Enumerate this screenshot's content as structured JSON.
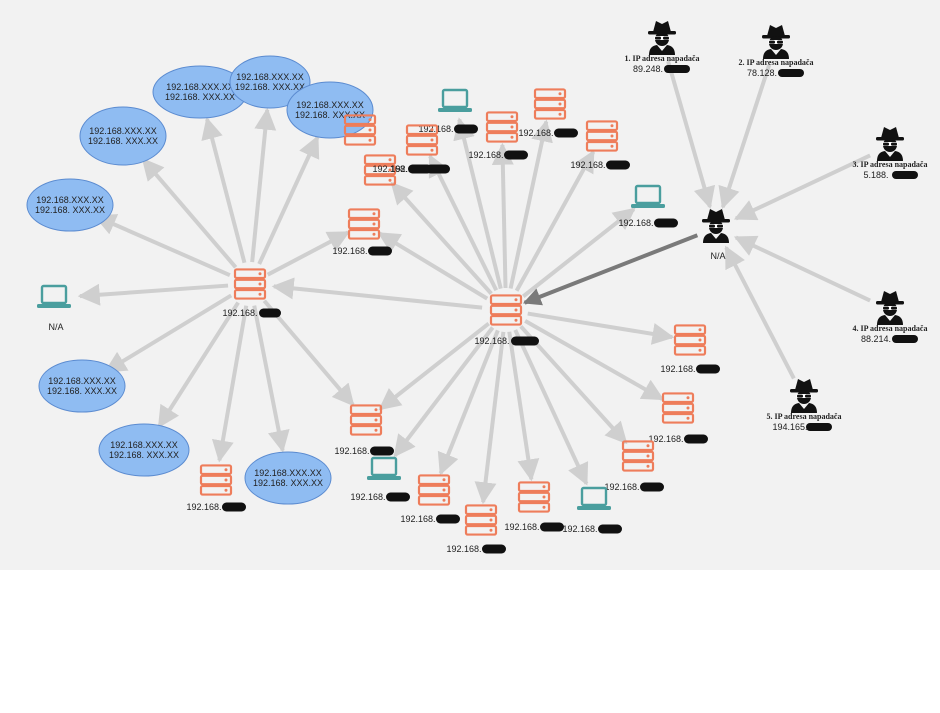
{
  "colors": {
    "background": "#f2f2f2",
    "edge": "#cfcfcf",
    "edge_strong": "#7a7a7a",
    "server": "#ee7d5b",
    "laptop": "#4a9e9e",
    "subnet_fill": "#8fbcf2",
    "subnet_stroke": "#5b8bd0",
    "attacker": "#111111",
    "redact": "#111111"
  },
  "attackers": [
    {
      "icon": "spy-icon",
      "label": "1. IP adresa napadača",
      "ip": "89.248."
    },
    {
      "icon": "spy-icon",
      "label": "2. IP adresa napadača",
      "ip": "78.128."
    },
    {
      "icon": "spy-icon",
      "label": "3. IP adresa napadača",
      "ip": "5.188."
    },
    {
      "icon": "spy-icon",
      "label": "4. IP adresa napadača",
      "ip": "88.214."
    },
    {
      "icon": "spy-icon",
      "label": "5. IP adresa napadača",
      "ip": "194.165."
    }
  ],
  "attacker_hub": {
    "icon": "spy-icon",
    "label": "N/A"
  },
  "left_hub": {
    "icon": "server-icon",
    "ip": "192.168."
  },
  "center_hub": {
    "icon": "server-icon",
    "ip": "192.168."
  },
  "left_laptop": {
    "icon": "laptop-icon",
    "label": "N/A"
  },
  "subnets": [
    {
      "line1": "192.168.XXX.XX",
      "line2": "192.168. XXX.XX"
    },
    {
      "line1": "192.168.XXX.XX",
      "line2": "192.168. XXX.XX"
    },
    {
      "line1": "192.168.XXX.XX",
      "line2": "192.168. XXX.XX"
    },
    {
      "line1": "192.168.XXX.XX",
      "line2": "192.168. XXX.XX"
    },
    {
      "line1": "192.168.XXX.XX",
      "line2": "192.168. XXX.XX"
    },
    {
      "line1": "192.168.XXX.XX",
      "line2": "192.168. XXX.XX"
    },
    {
      "line1": "192.168.XXX.XX",
      "line2": "192.168. XXX.XX"
    },
    {
      "line1": "192.168.XXX.XX",
      "line2": "192.168. XXX.XX"
    }
  ],
  "hosts": [
    {
      "icon": "server-icon",
      "ip": "192.168."
    },
    {
      "icon": "server-icon",
      "ip": "192.168."
    },
    {
      "icon": "laptop-icon",
      "ip": "192.168."
    },
    {
      "icon": "server-icon",
      "ip": "192.168."
    },
    {
      "icon": "server-icon",
      "ip": "192.168."
    },
    {
      "icon": "server-icon",
      "ip": "192.168."
    },
    {
      "icon": "server-icon",
      "ip": "192.168."
    },
    {
      "icon": "laptop-icon",
      "ip": "192.168."
    },
    {
      "icon": "server-icon",
      "ip": "192.168."
    },
    {
      "icon": "server-icon",
      "ip": "192.168."
    },
    {
      "icon": "server-icon",
      "ip": "192.168."
    },
    {
      "icon": "server-icon",
      "ip": "192.168."
    },
    {
      "icon": "laptop-icon",
      "ip": "192.168."
    },
    {
      "icon": "server-icon",
      "ip": "192.168."
    },
    {
      "icon": "server-icon",
      "ip": "192.168."
    },
    {
      "icon": "server-icon",
      "ip": "192.168."
    },
    {
      "icon": "laptop-icon",
      "ip": "192.168."
    },
    {
      "icon": "server-icon",
      "ip": "192.168."
    },
    {
      "icon": "server-icon",
      "ip": "192.168."
    }
  ]
}
